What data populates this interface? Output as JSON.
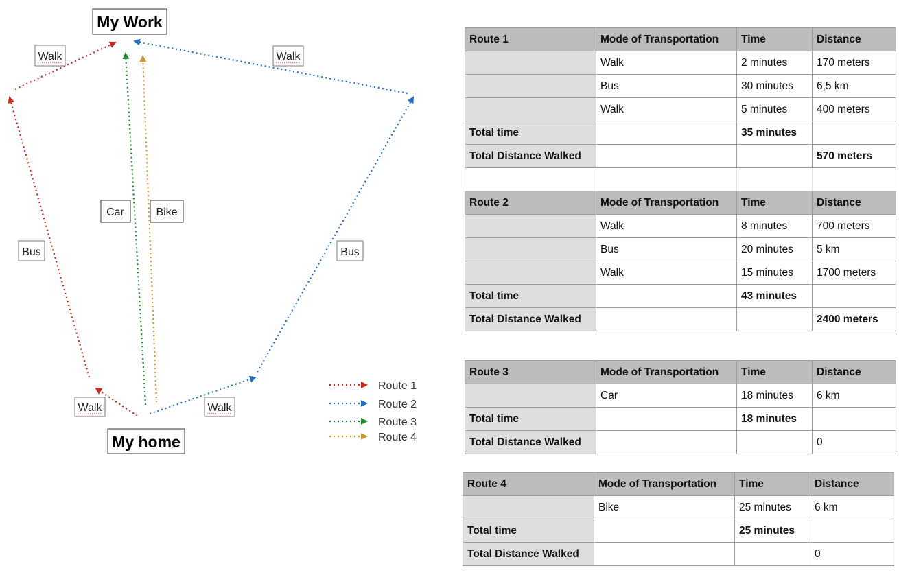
{
  "diagram": {
    "nodes": {
      "work": "My Work",
      "home": "My home"
    },
    "edge_labels": {
      "r1_walk_top": "Walk",
      "r1_bus": "Bus",
      "r1_walk_bottom": "Walk",
      "r2_walk_top": "Walk",
      "r2_bus": "Bus",
      "r2_walk_bottom": "Walk",
      "r3_car": "Car",
      "r4_bike": "Bike"
    },
    "legend": [
      {
        "label": "Route 1",
        "color": "#c8281e"
      },
      {
        "label": "Route 2",
        "color": "#1f6fc2"
      },
      {
        "label": "Route 3",
        "color": "#1e8a2e"
      },
      {
        "label": "Route 4",
        "color": "#c89a30"
      }
    ]
  },
  "tables": {
    "t1": {
      "header": [
        "Route 1",
        "Mode of Transportation",
        "Time",
        "Distance"
      ],
      "rows": [
        [
          "",
          "Walk",
          "2 minutes",
          "170 meters"
        ],
        [
          "",
          "Bus",
          "30 minutes",
          "6,5 km"
        ],
        [
          "",
          "Walk",
          "5 minutes",
          "400 meters"
        ]
      ],
      "total_time": [
        "Total time",
        "",
        "35 minutes",
        ""
      ],
      "total_walked": [
        "Total Distance Walked",
        "",
        "",
        "570 meters"
      ]
    },
    "t2": {
      "header": [
        "Route 2",
        "Mode of Transportation",
        "Time",
        "Distance"
      ],
      "rows": [
        [
          "",
          "Walk",
          "8 minutes",
          "700 meters"
        ],
        [
          "",
          "Bus",
          "20 minutes",
          "5 km"
        ],
        [
          "",
          "Walk",
          "15 minutes",
          "1700 meters"
        ]
      ],
      "total_time": [
        "Total time",
        "",
        "43 minutes",
        ""
      ],
      "total_walked": [
        "Total Distance Walked",
        "",
        "",
        "2400 meters"
      ]
    },
    "t3": {
      "header": [
        "Route 3",
        "Mode of Transportation",
        "Time",
        "Distance"
      ],
      "rows": [
        [
          "",
          "Car",
          "18 minutes",
          "6 km"
        ]
      ],
      "total_time": [
        "Total time",
        "",
        "18 minutes",
        ""
      ],
      "total_walked": [
        "Total Distance Walked",
        "",
        "",
        "0"
      ]
    },
    "t4": {
      "header": [
        "Route 4",
        "Mode of Transportation",
        "Time",
        "Distance"
      ],
      "rows": [
        [
          "",
          "Bike",
          "25 minutes",
          "6 km"
        ]
      ],
      "total_time": [
        "Total time",
        "",
        "25 minutes",
        ""
      ],
      "total_walked": [
        "Total Distance Walked",
        "",
        "",
        "0"
      ]
    }
  }
}
